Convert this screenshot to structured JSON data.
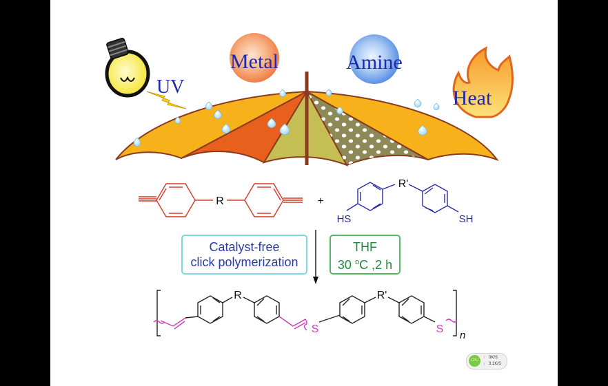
{
  "labels": {
    "uv": "UV",
    "metal": "Metal",
    "amine": "Amine",
    "heat": "Heat"
  },
  "scheme": {
    "plus": "+",
    "monomer1": {
      "substituent": "R"
    },
    "monomer2": {
      "substituent": "R'",
      "thiol_left": "HS",
      "thiol_right": "SH"
    },
    "conditions_box1": {
      "line1": "Catalyst-free",
      "line2": "click polymerization"
    },
    "conditions_box2": {
      "line1": "THF",
      "temp_prefix": "30 ",
      "temp_sup": "o",
      "temp_suffix": "C ,2 h"
    },
    "polymer": {
      "r": "R",
      "r_prime": "R'",
      "sulfur": "S",
      "repeat": "n"
    }
  },
  "widget": {
    "cpu": "CPU",
    "upload": "0K/S",
    "download": "3.1K/S"
  },
  "colors": {
    "monomer1": "#d23a2c",
    "monomer2": "#2a2aa8",
    "polymer": "#222222",
    "linker": "#d13ab9",
    "umbrella_orange": "#f7b21b",
    "umbrella_red": "#e8601c",
    "umbrella_olive": "#c4be55",
    "umbrella_dotted": "#8d8a58",
    "box1_border": "#7fd6d8",
    "box2_border": "#55b866"
  }
}
